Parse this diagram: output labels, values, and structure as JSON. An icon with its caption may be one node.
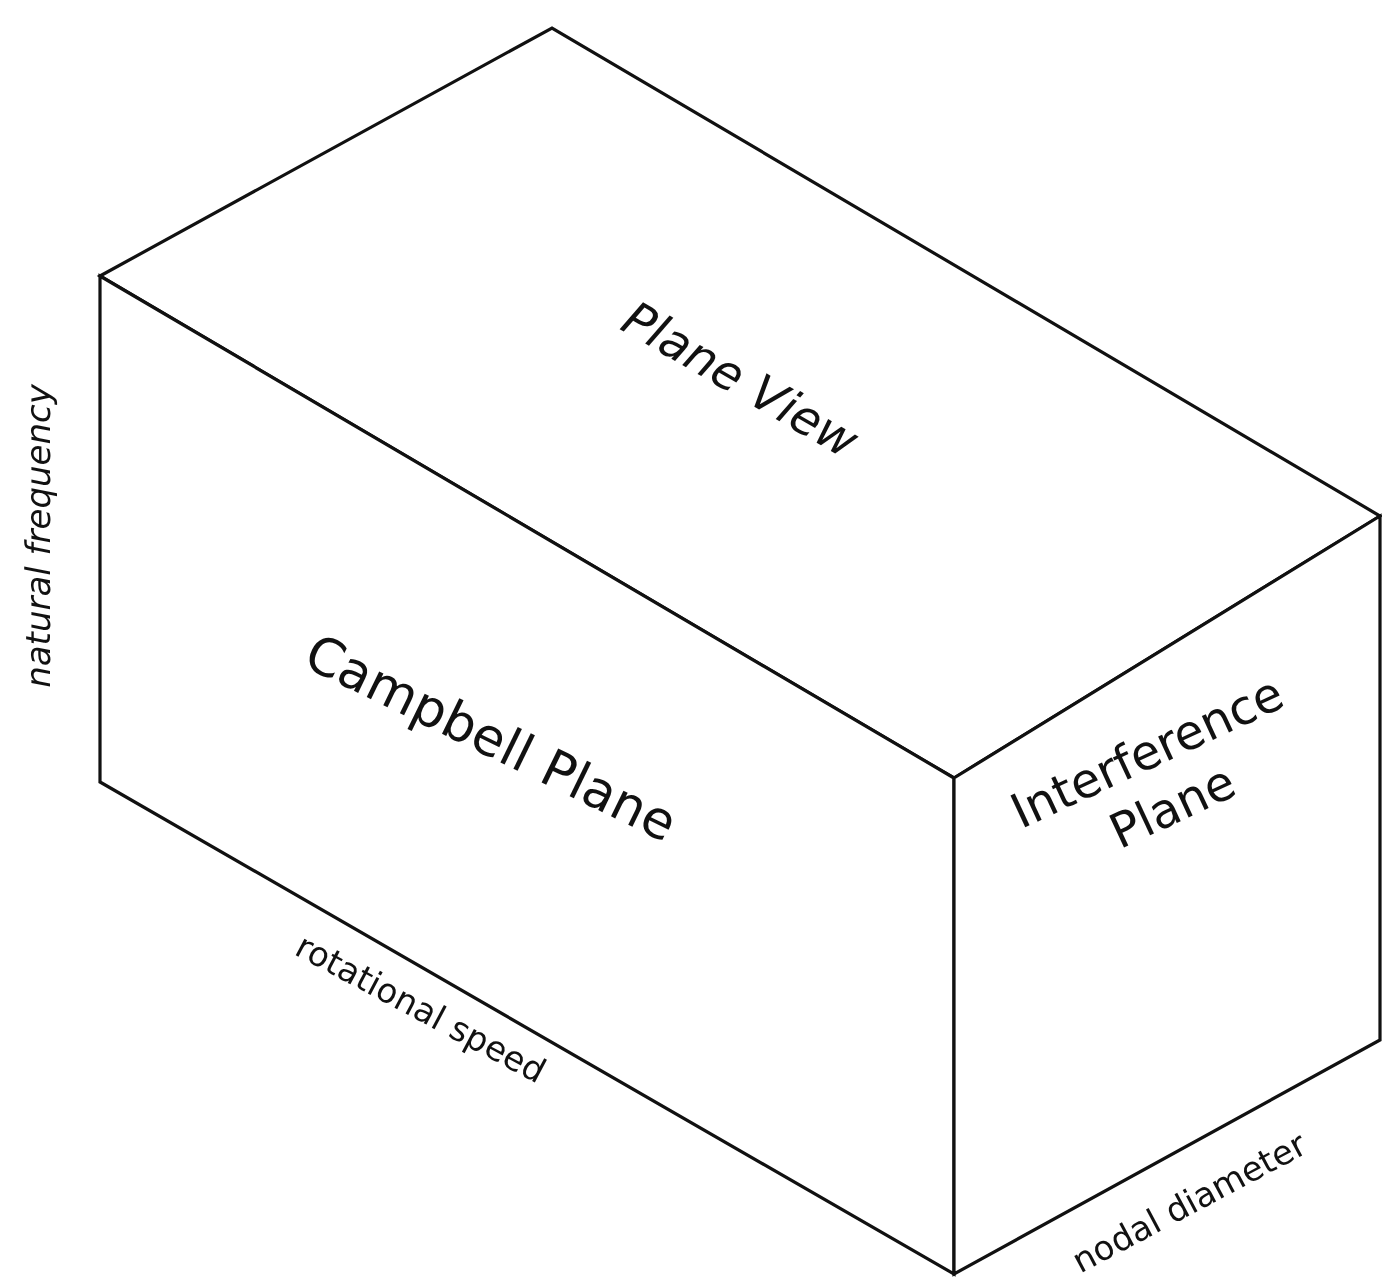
{
  "diagram": {
    "nodes": [
      {
        "text": [
          "Plane View"
        ]
      },
      {
        "text": [
          "Campbell Plane"
        ]
      },
      {
        "text": [
          "Interference Plane"
        ]
      }
    ],
    "labels": [
      "natural frequency",
      "rotational speed",
      "nodal diameter"
    ]
  }
}
